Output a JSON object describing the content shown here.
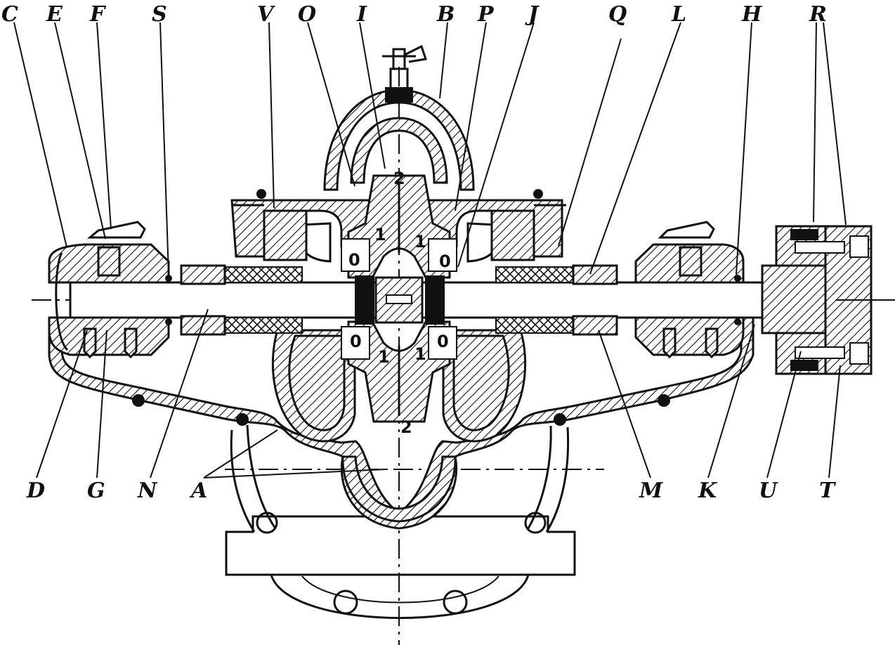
{
  "diagram": {
    "labels_top": [
      "C",
      "E",
      "F",
      "S",
      "V",
      "O",
      "I",
      "B",
      "P",
      "J",
      "Q",
      "L",
      "H",
      "R"
    ],
    "labels_bottom": [
      "D",
      "G",
      "N",
      "A",
      "M",
      "K",
      "U",
      "T"
    ],
    "passage_numbers": [
      "2",
      "1",
      "1",
      "0",
      "0",
      "0",
      "0",
      "1",
      "1",
      "2"
    ]
  }
}
